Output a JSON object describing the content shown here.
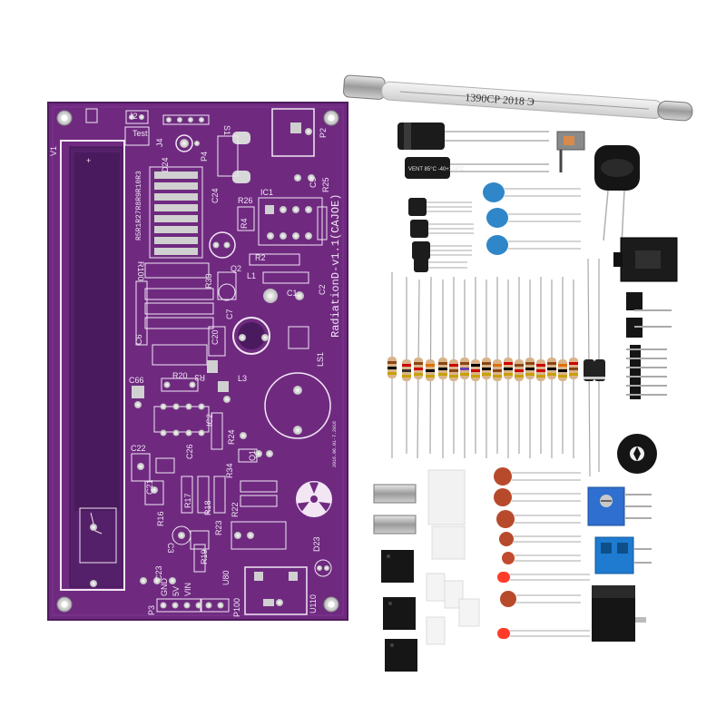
{
  "pcb": {
    "title": "RadiationD-v1.1(CAJOE)",
    "date_code": "2016.06.01-7.2016",
    "labels": {
      "v1": "V1",
      "j2": "J2",
      "test": "Test",
      "j4": "J4",
      "s1": "S1",
      "p2": "P2",
      "c5": "C5",
      "r25": "R25",
      "p4": "P4",
      "d24": "D24",
      "resistor_array": "R5R1R27R8R9R10R3",
      "c24": "C24",
      "ic1": "IC1",
      "r4": "R4",
      "r26": "R26",
      "r100": "R100",
      "r33": "R33",
      "q2": "Q2",
      "l1": "L1",
      "c1": "C1",
      "c2": "C2",
      "r2": "R2",
      "c7": "C7",
      "c6": "C6",
      "c20": "C20",
      "r3": "R3",
      "c66": "C66",
      "r20": "R20",
      "l3": "L3",
      "ls1": "LS1",
      "ic2": "IC2",
      "r24": "R24",
      "q1": "Q1",
      "c22": "C22",
      "c26": "C26",
      "c21": "C21",
      "r16": "R16",
      "r17": "R17",
      "r18": "R18",
      "r34": "R34",
      "r22": "R22",
      "r23": "R23",
      "r19": "R19",
      "d23": "D23",
      "c3": "C3",
      "c23": "C23",
      "p3": "P3",
      "gnd": "GND",
      "5v": "5V",
      "vin": "VIN",
      "p100": "P100",
      "u80": "U80",
      "u110": "U110"
    }
  },
  "tube": {
    "label": "1390СР 2018 Э"
  },
  "capacitor": {
    "label": "VENT 85°C -40+105°C"
  },
  "colors": {
    "pcb": "#6f2a80",
    "pcb_dark": "#55206a",
    "silkscreen": "#f2e6f4",
    "pad": "#cfcfcf",
    "ceramic_blue": "#2f86c8",
    "ceramic_red": "#b84a2c",
    "trimmer_blue": "#2f6fd0",
    "background": "#ffffff"
  }
}
